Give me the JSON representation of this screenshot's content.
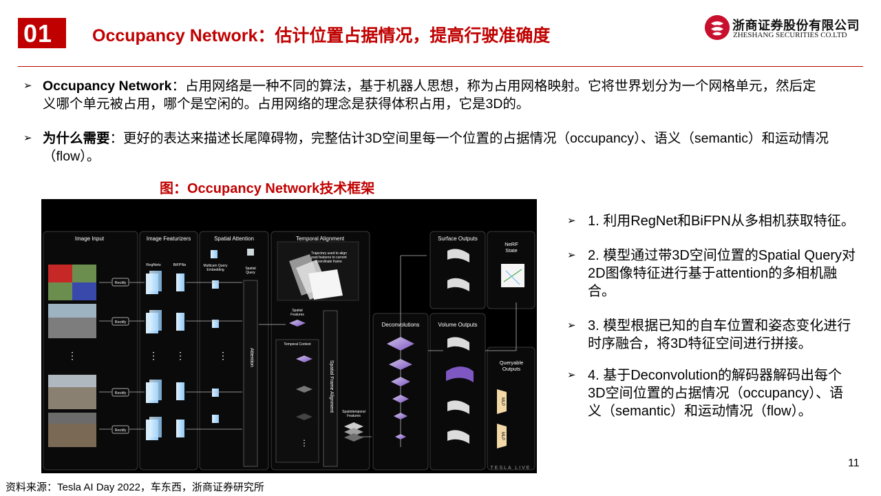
{
  "header": {
    "section_number": "01",
    "title": "Occupancy Network：估计位置占据情况，提高行驶准确度",
    "logo_cn": "浙商证券股份有限公司",
    "logo_en": "ZHESHANG SECURITIES CO.LTD"
  },
  "bullets": [
    {
      "arrow": "➢",
      "bold": "Occupancy Network",
      "text": "：占用网络是一种不同的算法，基于机器人思想，称为占用网格映射。它将世界划分为一个网格单元，然后定义哪个单元被占用，哪个是空闲的。占用网络的理念是获得体积占用，它是3D的。"
    },
    {
      "arrow": "➢",
      "bold": "为什么需要",
      "text": "：更好的表达来描述长尾障碍物，完整估计3D空间里每一个位置的占据情况（occupancy）、语义（semantic）和运动情况（flow）。"
    }
  ],
  "figure": {
    "caption": "图：Occupancy Network技术框架",
    "panels": {
      "image_input": "Image Input",
      "image_featurizers": "Image Featurizers",
      "spatial_attention": "Spatial Attention",
      "temporal_alignment": "Temporal Alignment",
      "surface_outputs": "Surface Outputs",
      "nerf_state": "NeRF\nState",
      "deconvolutions": "Deconvolutions",
      "volume_outputs": "Volume Outputs",
      "queryable_outputs": "Queryable\nOutputs"
    },
    "labels": {
      "rectify": "Rectify",
      "regnets": "RegNets",
      "bifpns": "BiFPNs",
      "multicam_query": "Multicam Query\nEmbedding",
      "spatial_query": "Spatial\nQuery",
      "attention": "Attention",
      "trajectory_note": "Trajectory used to align\npast features to current\ncoordinate frame",
      "spatial_features": "Spatial\nFeatures",
      "temporal_context": "Temporal Context",
      "spatial_frame_alignment": "Spatial Frame Alignment",
      "spatiotemporal_features": "Spatiotemporal\nFeatures",
      "mlp": "MLP",
      "tesla_live": "TESLA  LIVE"
    }
  },
  "right_points": [
    {
      "arrow": "➢",
      "text": "1. 利用RegNet和BiFPN从多相机获取特征。"
    },
    {
      "arrow": "➢",
      "text": "2. 模型通过带3D空间位置的Spatial Query对2D图像特征进行基于attention的多相机融合。"
    },
    {
      "arrow": "➢",
      "text": "3. 模型根据已知的自车位置和姿态变化进行时序融合，将3D特征空间进行拼接。"
    },
    {
      "arrow": "➢",
      "text": "4. 基于Deconvolution的解码器解码出每个3D空间位置的占据情况（occupancy）、语义（semantic）和运动情况（flow）。"
    }
  ],
  "page_number": "11",
  "source": "资料来源：Tesla AI Day 2022，车东西，浙商证券研究所",
  "colors": {
    "accent": "#c00000",
    "logo_red": "#c8102e",
    "diagram_bg": "#000000",
    "panel_border": "#3a3a3a",
    "volume_purple": "#b39ddb"
  }
}
